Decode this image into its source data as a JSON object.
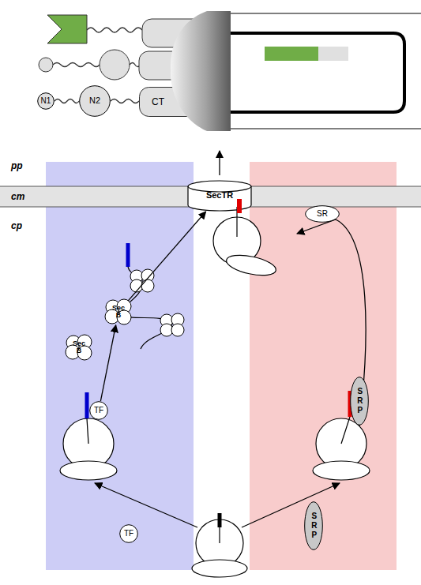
{
  "diagram": {
    "nodes": [
      {
        "text": [
          "N1"
        ]
      },
      {
        "text": [
          "N2"
        ]
      },
      {
        "text": [
          "CT"
        ]
      },
      {
        "text": [
          "SecTR"
        ]
      },
      {
        "text": [
          "SR"
        ]
      },
      {
        "text": [
          "Sec B"
        ]
      },
      {
        "text": [
          "Sec B"
        ]
      },
      {
        "text": [
          "TF"
        ]
      },
      {
        "text": [
          "SRP"
        ]
      },
      {
        "text": [
          "TF"
        ]
      },
      {
        "text": [
          "SRP"
        ]
      }
    ],
    "edges": [
      {
        "from": 7,
        "to": 5,
        "arrow": "to"
      },
      {
        "from": 5,
        "to": 3,
        "arrow": "to"
      }
    ],
    "labels": [
      "pp",
      "cm",
      "cp"
    ]
  }
}
